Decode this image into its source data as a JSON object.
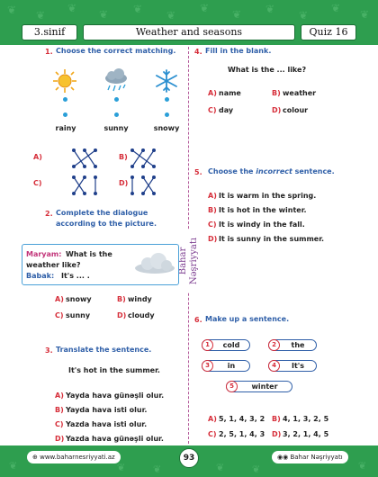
{
  "header": {
    "grade": "3.sinif",
    "title": "Weather and seasons",
    "quiz": "Quiz 16"
  },
  "brand_vertical": "Bahar Nəşriyyatı",
  "q1": {
    "num": "1.",
    "text": "Choose the correct matching.",
    "icons": [
      "sun-icon",
      "rain-cloud-icon",
      "snowflake-icon"
    ],
    "labels": [
      "rainy",
      "sunny",
      "snowy"
    ],
    "options": [
      {
        "letter": "A)"
      },
      {
        "letter": "B)"
      },
      {
        "letter": "C)"
      },
      {
        "letter": "D)"
      }
    ]
  },
  "q2": {
    "num": "2.",
    "line1": "Complete the dialogue",
    "line2": "according to the picture.",
    "dialog": {
      "maryam": "Maryam:",
      "maryam_l1": "What is the",
      "maryam_l2": "weather like?",
      "babak": "Babak:",
      "babak_text": "It's ... ."
    },
    "options": [
      {
        "letter": "A)",
        "text": "snowy"
      },
      {
        "letter": "B)",
        "text": "windy"
      },
      {
        "letter": "C)",
        "text": "sunny"
      },
      {
        "letter": "D)",
        "text": "cloudy"
      }
    ]
  },
  "q3": {
    "num": "3.",
    "text": "Translate the sentence.",
    "sentence": "It's hot in the summer.",
    "options": [
      {
        "letter": "A)",
        "text": "Yayda hava günəşli olur."
      },
      {
        "letter": "B)",
        "text": "Yayda hava isti olur."
      },
      {
        "letter": "C)",
        "text": "Yazda hava isti olur."
      },
      {
        "letter": "D)",
        "text": "Yazda hava günəşli olur."
      }
    ]
  },
  "q4": {
    "num": "4.",
    "text": "Fill in the blank.",
    "sentence": "What is the ... like?",
    "options": [
      {
        "letter": "A)",
        "text": "name"
      },
      {
        "letter": "B)",
        "text": "weather"
      },
      {
        "letter": "C)",
        "text": "day"
      },
      {
        "letter": "D)",
        "text": "colour"
      }
    ]
  },
  "q5": {
    "num": "5.",
    "pre": "Choose the ",
    "em": "incorrect",
    "post": " sentence.",
    "options": [
      {
        "letter": "A)",
        "text": "It is warm in the spring."
      },
      {
        "letter": "B)",
        "text": "It is hot in the winter."
      },
      {
        "letter": "C)",
        "text": "It is windy in the fall."
      },
      {
        "letter": "D)",
        "text": "It is sunny in the summer."
      }
    ]
  },
  "q6": {
    "num": "6.",
    "text": "Make up a sentence.",
    "words": [
      {
        "n": "1",
        "w": "cold"
      },
      {
        "n": "2",
        "w": "the"
      },
      {
        "n": "3",
        "w": "in"
      },
      {
        "n": "4",
        "w": "It's"
      },
      {
        "n": "5",
        "w": "winter"
      }
    ],
    "options": [
      {
        "letter": "A)",
        "text": "5, 1, 4, 3, 2"
      },
      {
        "letter": "B)",
        "text": "4, 1, 3, 2, 5"
      },
      {
        "letter": "C)",
        "text": "2, 5, 1, 4, 3"
      },
      {
        "letter": "D)",
        "text": "3, 2, 1, 4, 5"
      }
    ]
  },
  "footer": {
    "website": "www.baharnesriyyati.az",
    "page": "93",
    "publisher": "Bahar Nəşriyyatı"
  },
  "colors": {
    "band": "#2e9e4f",
    "question_blue": "#2f5fa8",
    "option_red": "#d62e3a",
    "dot_blue": "#2a9fd8"
  }
}
